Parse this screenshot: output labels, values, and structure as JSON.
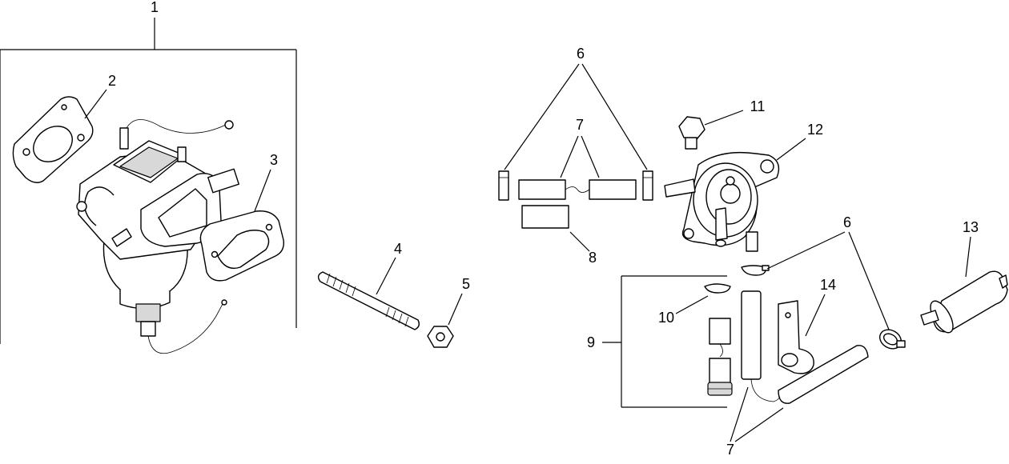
{
  "callouts": {
    "c1": "1",
    "c2": "2",
    "c3": "3",
    "c4": "4",
    "c5": "5",
    "c6_top": "6",
    "c7_top": "7",
    "c8": "8",
    "c9": "9",
    "c10": "10",
    "c11": "11",
    "c12": "12",
    "c6_right": "6",
    "c13": "13",
    "c14": "14",
    "c7_bottom": "7"
  },
  "colors": {
    "line": "#000000",
    "fill": "#ffffff",
    "shade": "#d8d8d8"
  }
}
